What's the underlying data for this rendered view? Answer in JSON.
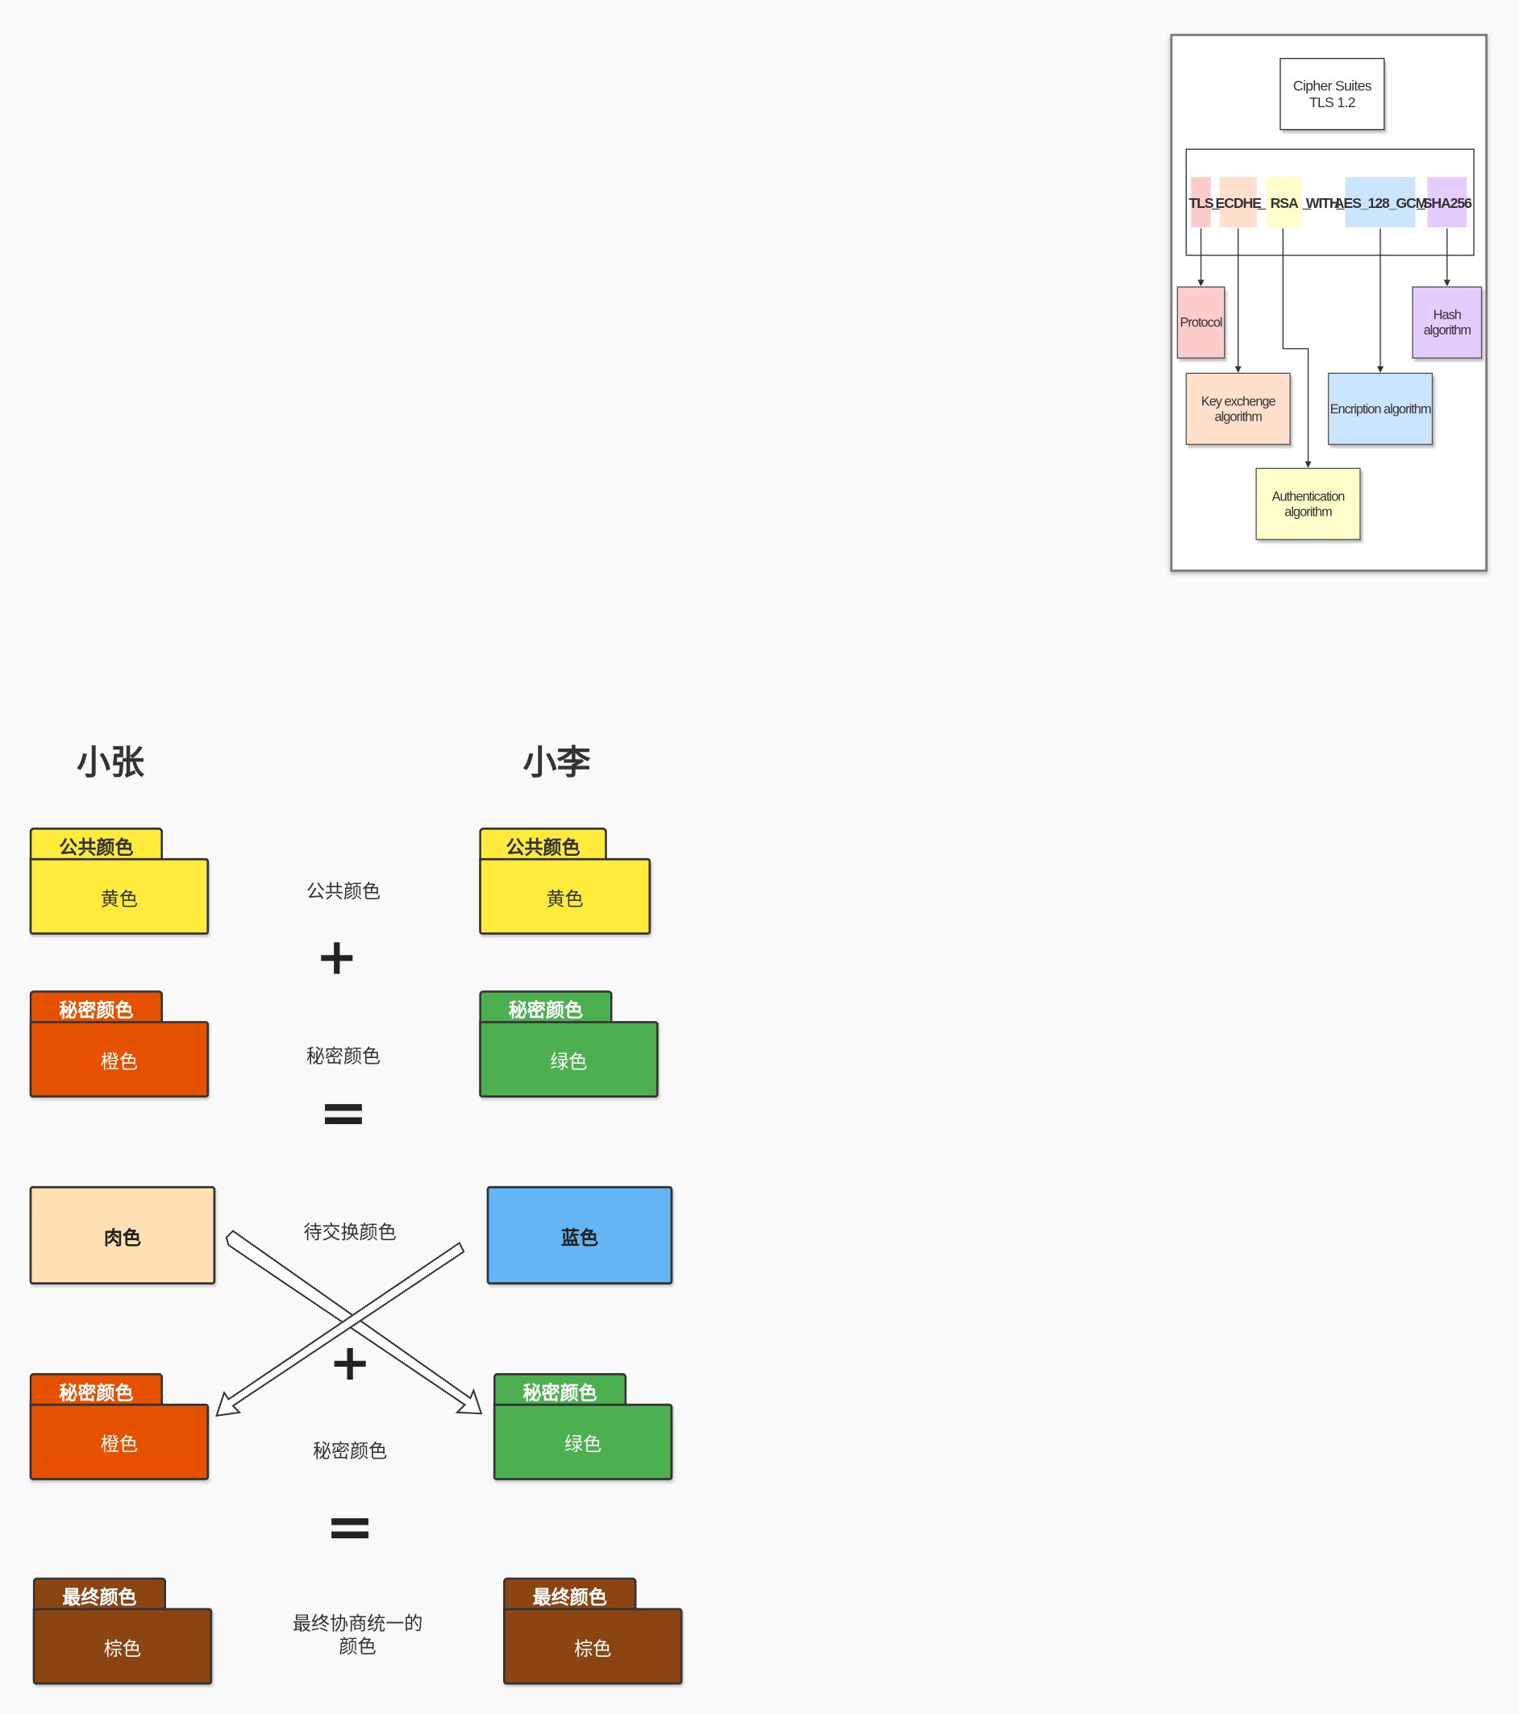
{
  "colors": {
    "yellow": "#ffeb3b",
    "orange": "#e65100",
    "green": "#4caf50",
    "peach": "#ffe0b2",
    "blue": "#64b5f6",
    "brown": "#8b4513"
  },
  "people": {
    "left": "小张",
    "right": "小李"
  },
  "center": {
    "public": "公共颜色",
    "secret1": "秘密颜色",
    "exchange": "待交换颜色",
    "secret2": "秘密颜色",
    "final_line1": "最终协商统一的",
    "final_line2": "颜色",
    "plus": "+",
    "equals": "="
  },
  "left": {
    "public": {
      "tab": "公共颜色",
      "body": "黄色"
    },
    "secret": {
      "tab": "秘密颜色",
      "body": "橙色"
    },
    "exchange": {
      "body": "肉色"
    },
    "secret2": {
      "tab": "秘密颜色",
      "body": "橙色"
    },
    "final": {
      "tab": "最终颜色",
      "body": "棕色"
    }
  },
  "right": {
    "public": {
      "tab": "公共颜色",
      "body": "黄色"
    },
    "secret": {
      "tab": "秘密颜色",
      "body": "绿色"
    },
    "exchange": {
      "body": "蓝色"
    },
    "secret2": {
      "tab": "秘密颜色",
      "body": "绿色"
    },
    "final": {
      "tab": "最终颜色",
      "body": "棕色"
    }
  },
  "tls": {
    "title": "Cipher Suites TLS 1.2",
    "segments": [
      "TLS",
      "ECDHE",
      "RSA",
      "WITH",
      "AES_128_GCM",
      "SHA256"
    ],
    "separator": "_",
    "nodes": {
      "protocol": "Protocol",
      "key_exchange": "Key exchenge algorithm",
      "authentication": "Authentication algorithm",
      "encryption": "Encription algorithm",
      "hash": "Hash algorithm"
    },
    "segment_colors": [
      "#ffcccc",
      "#ffe0cc",
      "#ffffcc",
      "#ffffff",
      "#cce5ff",
      "#e5ccff"
    ]
  }
}
